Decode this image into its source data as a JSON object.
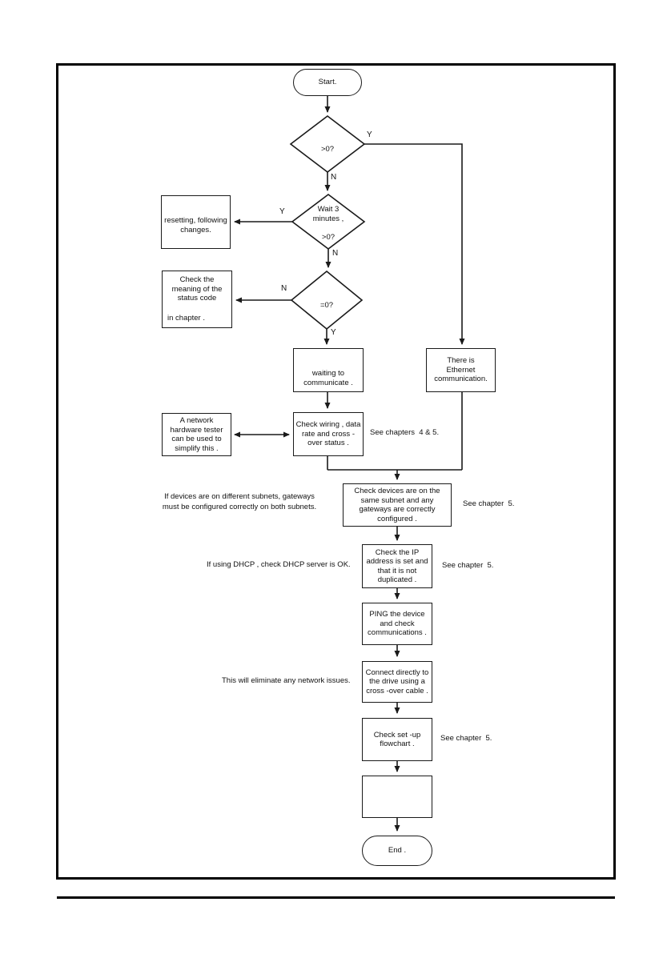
{
  "page": {
    "background": "#ffffff",
    "line_color": "#1a1a1a"
  },
  "flowchart": {
    "terminals": {
      "start": "Start.",
      "end": "End ."
    },
    "decisions": {
      "signal_gt0": ">0?",
      "wait3": "Wait 3\nminutes ,\n\n>0?",
      "eq0": "=0?"
    },
    "branch_labels": {
      "yes": "Y",
      "no": "N"
    },
    "boxes": {
      "resetting": "resetting, following\nchanges.",
      "status_code_top": "Check the\nmeaning of the\nstatus code",
      "status_code_bottom": "in chapter .",
      "waiting": "waiting to\ncommunicate .",
      "ethernet_ok": "There is\nEthernet\ncommunication.",
      "check_wiring": "Check wiring , data\nrate and cross -\nover status .",
      "network_tester": "A network\nhardware tester\ncan be used to\nsimplify this .",
      "check_subnet": "Check devices are on the\nsame subnet and any\ngateways are correctly\nconfigured .",
      "check_ip": "Check the IP\naddress is set and\nthat it is not\nduplicated .",
      "ping": "PING the device\nand check\ncommunications .",
      "crossover": "Connect directly to\nthe drive using a\ncross -over cable .",
      "setup_flowchart": "Check set -up\nflowchart ."
    },
    "side_notes": {
      "subnet": "If devices are on different subnets, gateways\nmust be configured correctly on both subnets.",
      "dhcp": "If using DHCP , check DHCP server is OK.",
      "crossover": "This will eliminate any network issues."
    },
    "references": {
      "chapters_4_5": "See chapters  4 & 5.",
      "chapter_5": "See chapter  5."
    }
  }
}
